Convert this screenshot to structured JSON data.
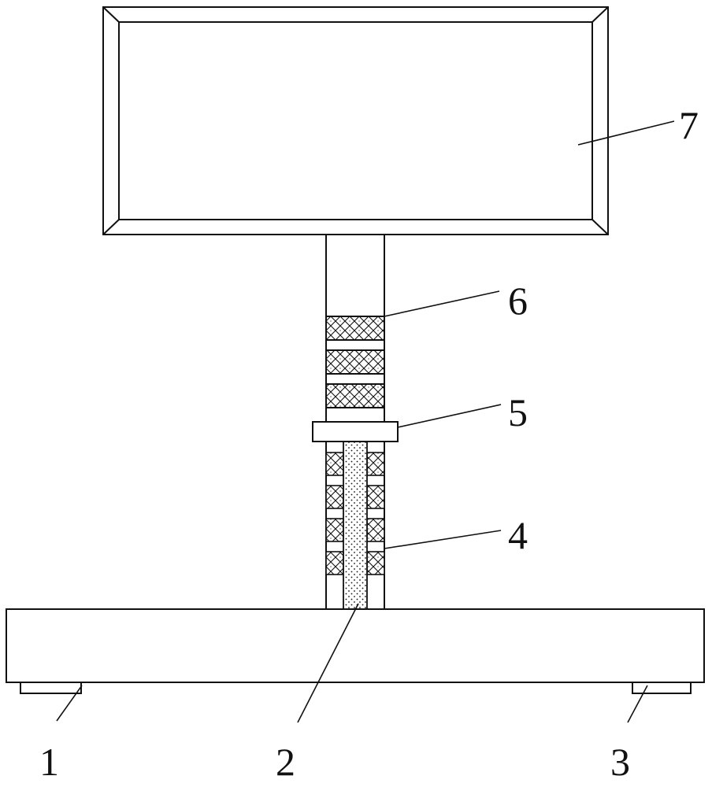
{
  "figure": {
    "parts": [
      {
        "id": "base",
        "label": "1"
      },
      {
        "id": "inner-rod",
        "label": "2"
      },
      {
        "id": "foot-pad",
        "label": "3"
      },
      {
        "id": "lower-sleeve",
        "label": "4"
      },
      {
        "id": "clamp-collar",
        "label": "5"
      },
      {
        "id": "upper-sleeve-pad",
        "label": "6"
      },
      {
        "id": "display-board",
        "label": "7"
      }
    ],
    "colors": {
      "line": "#111111",
      "background": "#ffffff"
    }
  }
}
